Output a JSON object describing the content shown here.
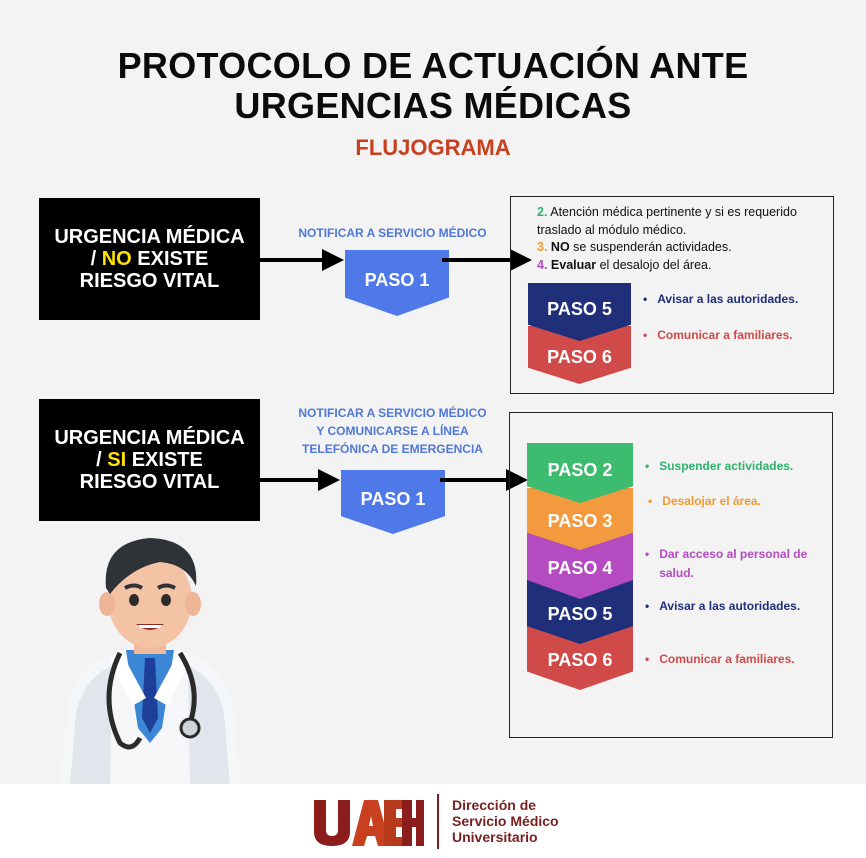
{
  "header": {
    "title_line1": "PROTOCOLO DE ACTUACIÓN ANTE",
    "title_line2": "URGENCIAS MÉDICAS",
    "subtitle": "FLUJOGRAMA"
  },
  "case_no_risk": {
    "line1": "URGENCIA MÉDICA",
    "slash": "/",
    "highlight": "NO",
    "line2_rest": "EXISTE",
    "line3": "RIESGO VITAL",
    "notify": "NOTIFICAR A SERVICIO MÉDICO",
    "step1": "PASO 1",
    "instructions": [
      {
        "num": "2.",
        "bold": "",
        "text": "Atención médica pertinente y si es requerido traslado al módulo médico."
      },
      {
        "num": "3.",
        "bold": "NO",
        "text": "se suspenderán actividades."
      },
      {
        "num": "4.",
        "bold": "Evaluar",
        "text": "el desalojo del área."
      }
    ],
    "steps": [
      {
        "label": "PASO 5",
        "color": "#1f2f7a",
        "action": "Avisar a las autoridades.",
        "action_color": "#1f2f7a"
      },
      {
        "label": "PASO 6",
        "color": "#d14a4a",
        "action": "Comunicar a familiares.",
        "action_color": "#d14a4a"
      }
    ]
  },
  "case_risk": {
    "line1": "URGENCIA MÉDICA",
    "slash": "/",
    "highlight": "SI",
    "line2_rest": "EXISTE",
    "line3": "RIESGO VITAL",
    "notify_lines": [
      "NOTIFICAR A SERVICIO MÉDICO",
      "Y COMUNICARSE A LÍNEA",
      "TELEFÓNICA DE EMERGENCIA"
    ],
    "step1": "PASO 1",
    "steps": [
      {
        "label": "PASO 2",
        "color": "#3dbb6f",
        "action": "Suspender actividades.",
        "action_color": "#2fb36c"
      },
      {
        "label": "PASO 3",
        "color": "#f39a3e",
        "action": "Desalojar el área.",
        "action_color": "#f39a2e"
      },
      {
        "label": "PASO 4",
        "color": "#b44bc1",
        "action": "Dar acceso al personal de salud.",
        "action_color": "#b44bc1"
      },
      {
        "label": "PASO 5",
        "color": "#1f2f7a",
        "action": "Avisar a las autoridades.",
        "action_color": "#1f2f7a"
      },
      {
        "label": "PASO 6",
        "color": "#d14a4a",
        "action": "Comunicar a familiares.",
        "action_color": "#d14a4a"
      }
    ]
  },
  "footer": {
    "logo_text": "UAEH",
    "dept_line1": "Dirección de",
    "dept_line2": "Servicio Médico",
    "dept_line3": "Universitario"
  },
  "colors": {
    "step1": "#4f78e8",
    "title": "#0b0b0b",
    "subtitle": "#c8401f",
    "highlight": "#ffe000",
    "brand": "#7a1f1f"
  }
}
